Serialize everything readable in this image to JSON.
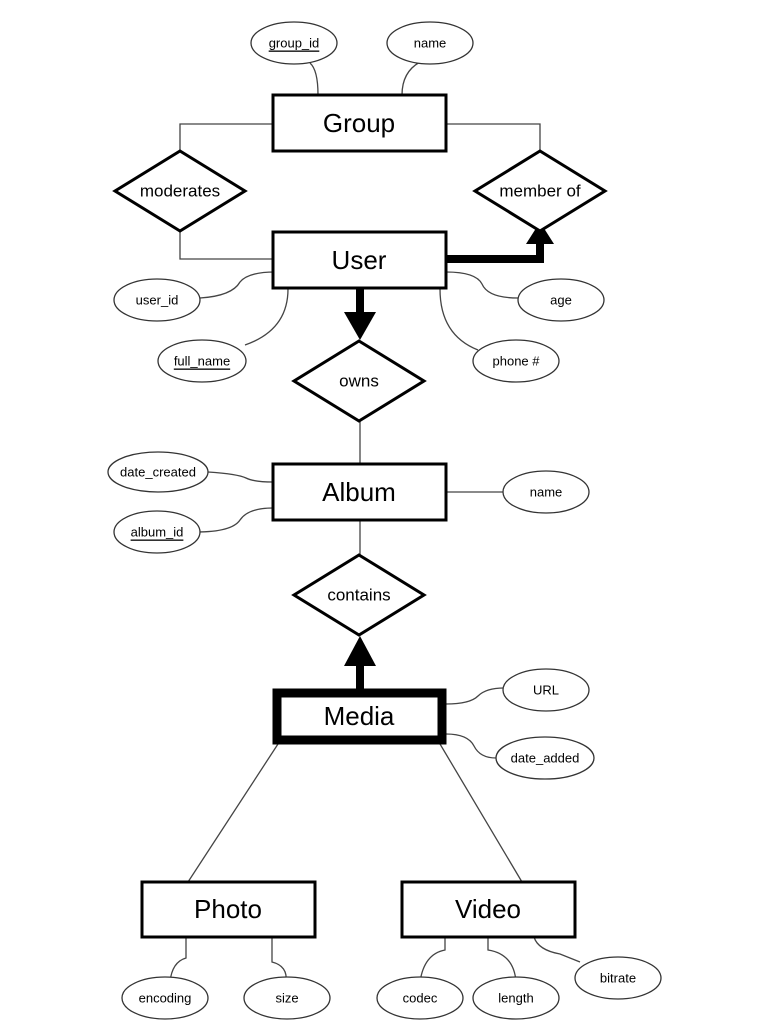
{
  "entities": {
    "group": "Group",
    "user": "User",
    "album": "Album",
    "media": "Media",
    "photo": "Photo",
    "video": "Video"
  },
  "relationships": {
    "moderates": "moderates",
    "member_of": "member of",
    "owns": "owns",
    "contains": "contains"
  },
  "attributes": {
    "group": {
      "group_id": "group_id",
      "name": "name"
    },
    "user": {
      "user_id": "user_id",
      "full_name": "full_name",
      "age": "age",
      "phone": "phone #"
    },
    "album": {
      "date_created": "date_created",
      "album_id": "album_id",
      "name": "name"
    },
    "media": {
      "url": "URL",
      "date_added": "date_added"
    },
    "photo": {
      "encoding": "encoding",
      "size": "size"
    },
    "video": {
      "codec": "codec",
      "length": "length",
      "bitrate": "bitrate"
    }
  },
  "key_attributes": [
    "group_id",
    "full_name",
    "album_id"
  ],
  "style": {
    "line_color": "#000000",
    "background": "#ffffff"
  }
}
